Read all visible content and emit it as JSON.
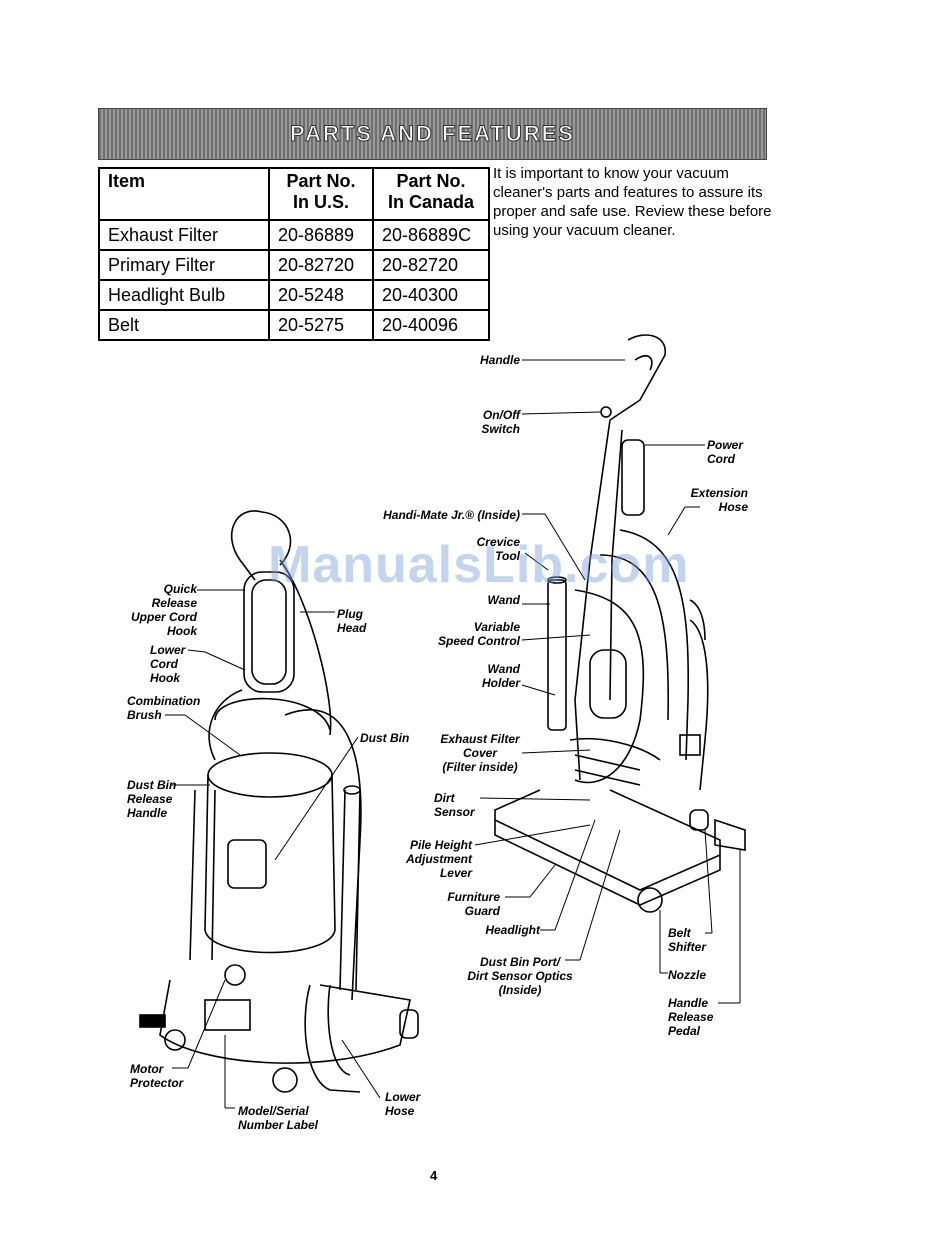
{
  "banner": {
    "title": "PARTS AND FEATURES"
  },
  "parts_table": {
    "headers": [
      "Item",
      "Part No.\nIn U.S.",
      "Part No.\nIn Canada"
    ],
    "rows": [
      [
        "Exhaust Filter",
        "20-86889",
        "20-86889C"
      ],
      [
        "Primary Filter",
        "20-82720",
        "20-82720"
      ],
      [
        "Headlight Bulb",
        "20-5248",
        "20-40300"
      ],
      [
        "Belt",
        "20-5275",
        "20-40096"
      ]
    ]
  },
  "intro_text": "It is important to know your vacuum cleaner's parts and features to assure its proper and safe use. Review these before using your vacuum cleaner.",
  "watermark": "ManualsLib.com",
  "labels_left": {
    "quick_release": "Quick\nRelease\nUpper Cord\nHook",
    "plug_head": "Plug\nHead",
    "lower_cord_hook": "Lower\nCord\nHook",
    "combination_brush": "Combination\nBrush",
    "dust_bin": "Dust Bin",
    "dust_bin_release": "Dust Bin\nRelease\nHandle",
    "motor_protector": "Motor\nProtector",
    "model_serial": "Model/Serial\nNumber Label",
    "lower_hose": "Lower\nHose"
  },
  "labels_right": {
    "handle": "Handle",
    "on_off": "On/Off\nSwitch",
    "power_cord": "Power\nCord",
    "extension_hose": "Extension\nHose",
    "handi_mate": "Handi-Mate Jr.® (Inside)",
    "crevice_tool": "Crevice\nTool",
    "wand": "Wand",
    "variable_speed": "Variable\nSpeed Control",
    "wand_holder": "Wand\nHolder",
    "exhaust_cover": "Exhaust Filter\nCover\n(Filter inside)",
    "dirt_sensor": "Dirt\nSensor",
    "pile_height": "Pile Height\nAdjustment\nLever",
    "furniture_guard": "Furniture\nGuard",
    "headlight": "Headlight",
    "dust_bin_port": "Dust Bin Port/\nDirt Sensor Optics\n(Inside)",
    "belt_shifter": "Belt\nShifter",
    "nozzle": "Nozzle",
    "handle_release": "Handle\nRelease\nPedal"
  },
  "page_number": "4"
}
